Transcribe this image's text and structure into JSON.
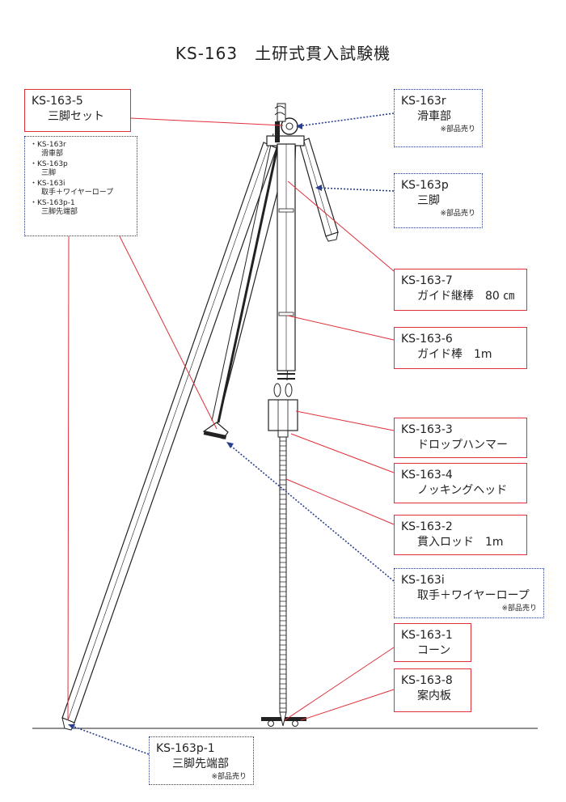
{
  "title": "KS-163　土研式貫入試験機",
  "labels": {
    "set": {
      "code": "KS-163-5",
      "name": "三脚セット"
    },
    "set_items": [
      {
        "code": "・KS-163r",
        "name": "滑車部"
      },
      {
        "code": "・KS-163p",
        "name": "三脚"
      },
      {
        "code": "・KS-163i",
        "name": "取手＋ワイヤーロープ"
      },
      {
        "code": "・KS-163p-1",
        "name": "三脚先端部"
      }
    ],
    "pulley": {
      "code": "KS-163r",
      "name": "滑車部",
      "note": "※部品売り"
    },
    "tripod": {
      "code": "KS-163p",
      "name": "三脚",
      "note": "※部品売り"
    },
    "guide_ext": {
      "code": "KS-163-7",
      "name": "ガイド継棒　80 ㎝"
    },
    "guide": {
      "code": "KS-163-6",
      "name": "ガイド棒　1m"
    },
    "hammer": {
      "code": "KS-163-3",
      "name": "ドロップハンマー"
    },
    "knocking": {
      "code": "KS-163-4",
      "name": "ノッキングヘッド"
    },
    "rod": {
      "code": "KS-163-2",
      "name": "貫入ロッド　1m"
    },
    "handle": {
      "code": "KS-163i",
      "name": "取手＋ワイヤーロープ",
      "note": "※部品売り"
    },
    "cone": {
      "code": "KS-163-1",
      "name": "コーン"
    },
    "plate": {
      "code": "KS-163-8",
      "name": "案内板"
    },
    "tip": {
      "code": "KS-163p-1",
      "name": "三脚先端部",
      "note": "※部品売り"
    }
  }
}
